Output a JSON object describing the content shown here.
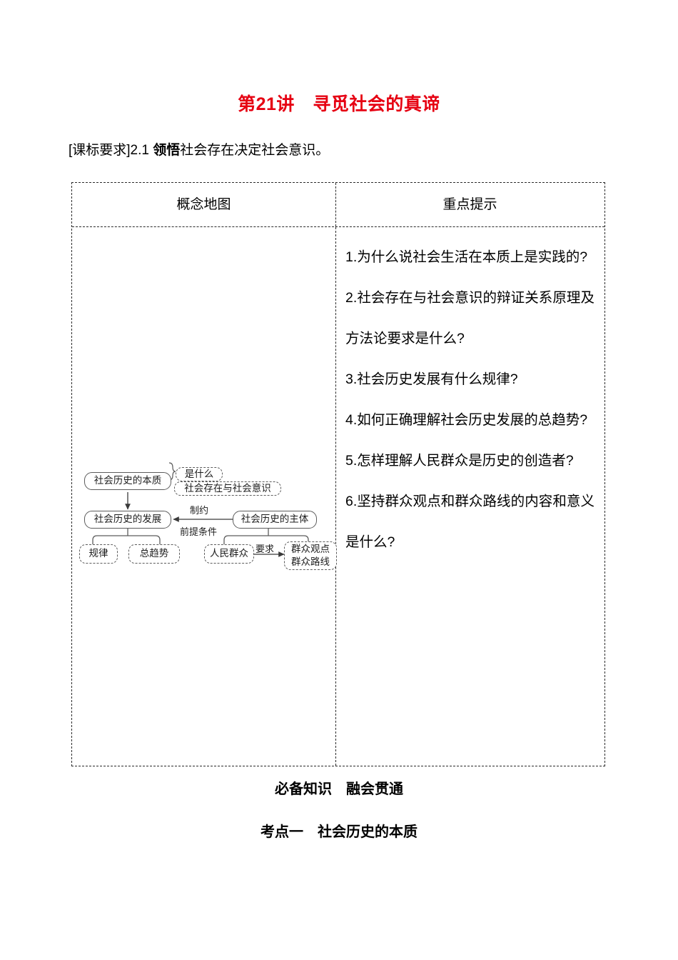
{
  "title": "第21讲　寻觅社会的真谛",
  "standard_requirement": {
    "prefix": "[课标要求]2.1 ",
    "emphasis": "领悟",
    "suffix": "社会存在决定社会意识。"
  },
  "table": {
    "headers": {
      "left": "概念地图",
      "right": "重点提示"
    },
    "tips": [
      "1.为什么说社会生活在本质上是实践的?",
      "2.社会存在与社会意识的辩证关系原理及方法论要求是什么?",
      "3.社会历史发展有什么规律?",
      "4.如何正确理解社会历史发展的总趋势?",
      "5.怎样理解人民群众是历史的创造者?",
      "6.坚持群众观点和群众路线的内容和意义是什么?"
    ]
  },
  "concept_map": {
    "nodes": {
      "essence": "社会历史的本质",
      "what_is": "是什么",
      "being_consciousness": "社会存在与社会意识",
      "development": "社会历史的发展",
      "subject": "社会历史的主体",
      "law": "规律",
      "trend": "总趋势",
      "masses": "人民群众",
      "viewpoint_line_1": "群众观点",
      "viewpoint_line_2": "群众路线"
    },
    "edge_labels": {
      "restrict": "制约",
      "precondition": "前提条件",
      "require": "要求"
    }
  },
  "footers": {
    "line1": "必备知识　融会贯通",
    "line2": "考点一　社会历史的本质"
  },
  "colors": {
    "title_red": "#e60012",
    "rule_gray": "#5c5c5c",
    "border_dark": "#2b2b2b"
  }
}
